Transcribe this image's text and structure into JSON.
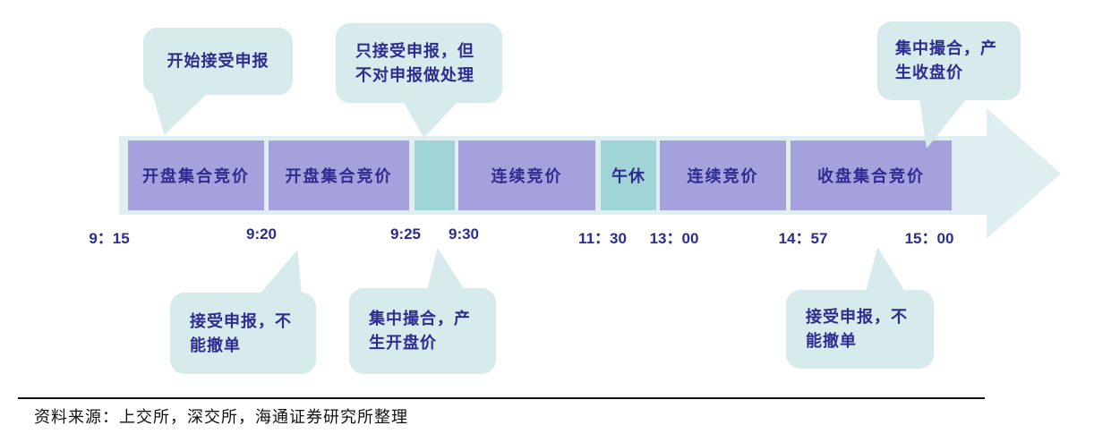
{
  "colors": {
    "bubble": "#d7eaec",
    "arrow": "#deeef1",
    "segment_purple": "#a5a1dc",
    "segment_teal": "#a1d4d5",
    "text_navy": "#2e2c8f"
  },
  "timeline": {
    "segments": [
      {
        "label": "开盘集合竞价",
        "color": "purple"
      },
      {
        "label": "开盘集合竞价",
        "color": "purple"
      },
      {
        "label": "",
        "color": "teal"
      },
      {
        "label": "连续竞价",
        "color": "purple"
      },
      {
        "label": "午休",
        "color": "teal"
      },
      {
        "label": "连续竞价",
        "color": "purple"
      },
      {
        "label": "收盘集合竞价",
        "color": "purple"
      }
    ],
    "times": [
      {
        "label": "9：15"
      },
      {
        "label": "9:20"
      },
      {
        "label": "9:25"
      },
      {
        "label": "9:30"
      },
      {
        "label": "11：30"
      },
      {
        "label": "13：00"
      },
      {
        "label": "14：57"
      },
      {
        "label": "15：00"
      }
    ]
  },
  "callouts": {
    "top": [
      {
        "text": "开始接受申报"
      },
      {
        "text": "只接受申报，但\n不对申报做处理"
      },
      {
        "text": "集中撮合，产\n生收盘价"
      }
    ],
    "bottom": [
      {
        "text": "接受申报，不\n能撤单"
      },
      {
        "text": "集中撮合，产\n生开盘价"
      },
      {
        "text": "接受申报，不\n能撤单"
      }
    ]
  },
  "source": {
    "text": "资料来源：上交所，深交所，海通证券研究所整理"
  }
}
